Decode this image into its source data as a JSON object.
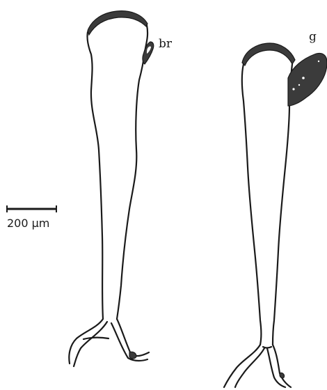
{
  "labels": {
    "left_structure": "br",
    "right_structure": "g"
  },
  "scale_bar": {
    "text": "200 µm"
  }
}
